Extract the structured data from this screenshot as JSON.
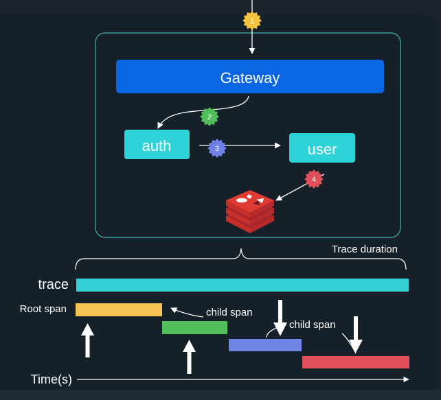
{
  "diagram": {
    "steps": [
      "1",
      "2",
      "3",
      "4"
    ],
    "services": {
      "gateway": "Gateway",
      "auth": "auth",
      "user": "user"
    },
    "cache_icon": "redis-cache-icon",
    "timeline": {
      "trace_duration": "Trace duration",
      "trace": "trace",
      "root_span": "Root span",
      "child_span_1": "child span",
      "child_span_2": "child span",
      "axis": "Time(s)"
    },
    "colors": {
      "background": "#162029",
      "container_border": "#3fb7b4",
      "gateway": "#0b66e4",
      "service": "#2ed3d8",
      "step1": "#f5c242",
      "step2": "#4fbf5b",
      "step3": "#6f80e6",
      "step4": "#e0505a",
      "trace_bar": "#35d0d4",
      "root_span": "#f5c454",
      "child_span_1": "#52be5c",
      "child_span_2": "#7083e6",
      "child_span_3": "#e04f5a"
    }
  }
}
